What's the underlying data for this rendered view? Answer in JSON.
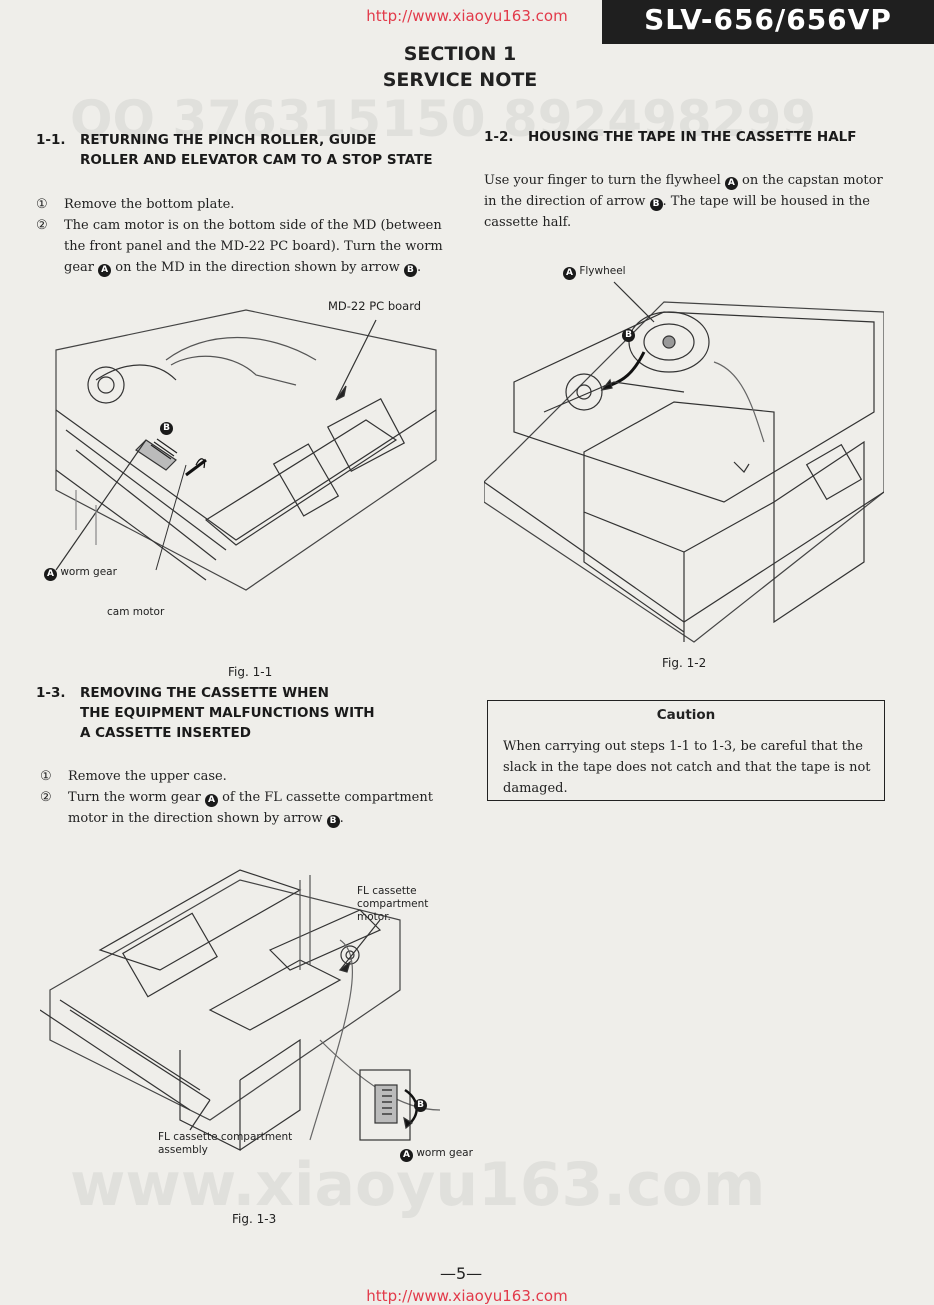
{
  "header": {
    "url_top": "http://www.xiaoyu163.com",
    "model": "SLV-656/656VP",
    "section_line1": "SECTION 1",
    "section_line2": "SERVICE NOTE"
  },
  "s11": {
    "num": "1-1.",
    "title_line1": "RETURNING THE PINCH ROLLER, GUIDE",
    "title_line2": "ROLLER AND ELEVATOR CAM TO A STOP STATE",
    "step1_mark": "①",
    "step1": "Remove the bottom plate.",
    "step2_mark": "②",
    "step2_line1": "The cam motor is on the bottom side of the MD (between",
    "step2_line2": "the front panel and the MD-22 PC board). Turn the worm",
    "step2_line3a": "gear",
    "step2_line3b": "on the MD in the direction shown by arrow",
    "fig_caption": "Fig. 1-1",
    "label_board": "MD-22  PC  board",
    "label_worm": "worm gear",
    "label_cam": "cam motor"
  },
  "s12": {
    "num": "1-2.",
    "title": "HOUSING THE TAPE IN THE CASSETTE HALF",
    "para_line1a": "Use your finger to turn the flywheel",
    "para_line1b": "on the capstan motor",
    "para_line2a": "in the direction of arrow",
    "para_line2b": ". The tape will be housed in the",
    "para_line3": "cassette half.",
    "label_flywheel": "Flywheel",
    "fig_caption": "Fig. 1-2"
  },
  "caution": {
    "title": "Caution",
    "line1": "When carrying out steps 1-1 to 1-3, be careful that the",
    "line2": "slack in the tape does not catch and that the tape is not",
    "line3": "damaged."
  },
  "s13": {
    "num": "1-3.",
    "title_line1": "REMOVING THE CASSETTE WHEN",
    "title_line2": "THE EQUIPMENT MALFUNCTIONS WITH",
    "title_line3": "A CASSETTE INSERTED",
    "step1_mark": "①",
    "step1": "Remove the upper case.",
    "step2_mark": "②",
    "step2_line1a": "Turn the worm gear",
    "step2_line1b": "of the FL cassette compartment",
    "step2_line2a": "motor in the direction shown by arrow",
    "label_motor_1": "FL cassette",
    "label_motor_2": "compartment",
    "label_motor_3": "motor.",
    "label_assembly_1": "FL cassette compartment",
    "label_assembly_2": "assembly",
    "label_worm": "worm gear",
    "fig_caption": "Fig. 1-3"
  },
  "badges": {
    "a": "A",
    "b": "B"
  },
  "footer": {
    "page": "—5—",
    "url_bottom": "http://www.xiaoyu163.com"
  }
}
